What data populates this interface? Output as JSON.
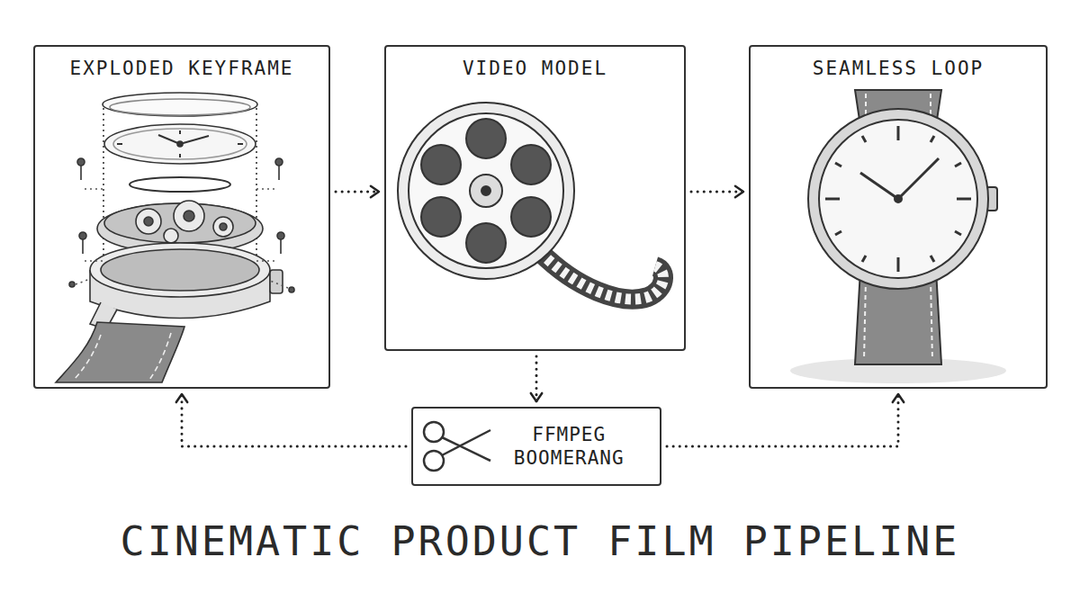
{
  "diagram": {
    "title": "CINEMATIC PRODUCT FILM PIPELINE",
    "nodes": [
      {
        "text": [
          "EXPLODED KEYFRAME"
        ]
      },
      {
        "text": [
          "VIDEO MODEL"
        ]
      },
      {
        "text": [
          "SEAMLESS LOOP"
        ]
      },
      {
        "text": [
          "FFMPEG BOOMERANG"
        ]
      }
    ],
    "edges": [
      {
        "from": 0,
        "to": 1,
        "arrow": "to"
      },
      {
        "from": 1,
        "to": 2,
        "arrow": "to"
      },
      {
        "from": 1,
        "to": 3,
        "arrow": "to"
      },
      {
        "from": 3,
        "to": 0,
        "arrow": "to"
      },
      {
        "from": 3,
        "to": 2,
        "arrow": "to"
      }
    ]
  }
}
